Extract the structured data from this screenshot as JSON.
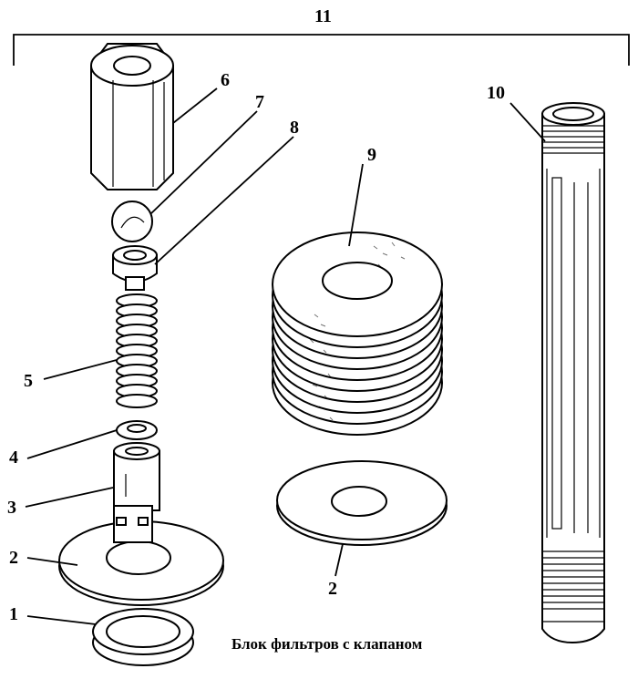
{
  "caption": "Блок фильтров с клапаном",
  "labels": {
    "l1": "1",
    "l2a": "2",
    "l2b": "2",
    "l3": "3",
    "l4": "4",
    "l5": "5",
    "l6": "6",
    "l7": "7",
    "l8": "8",
    "l9": "9",
    "l10": "10",
    "l11": "11"
  }
}
